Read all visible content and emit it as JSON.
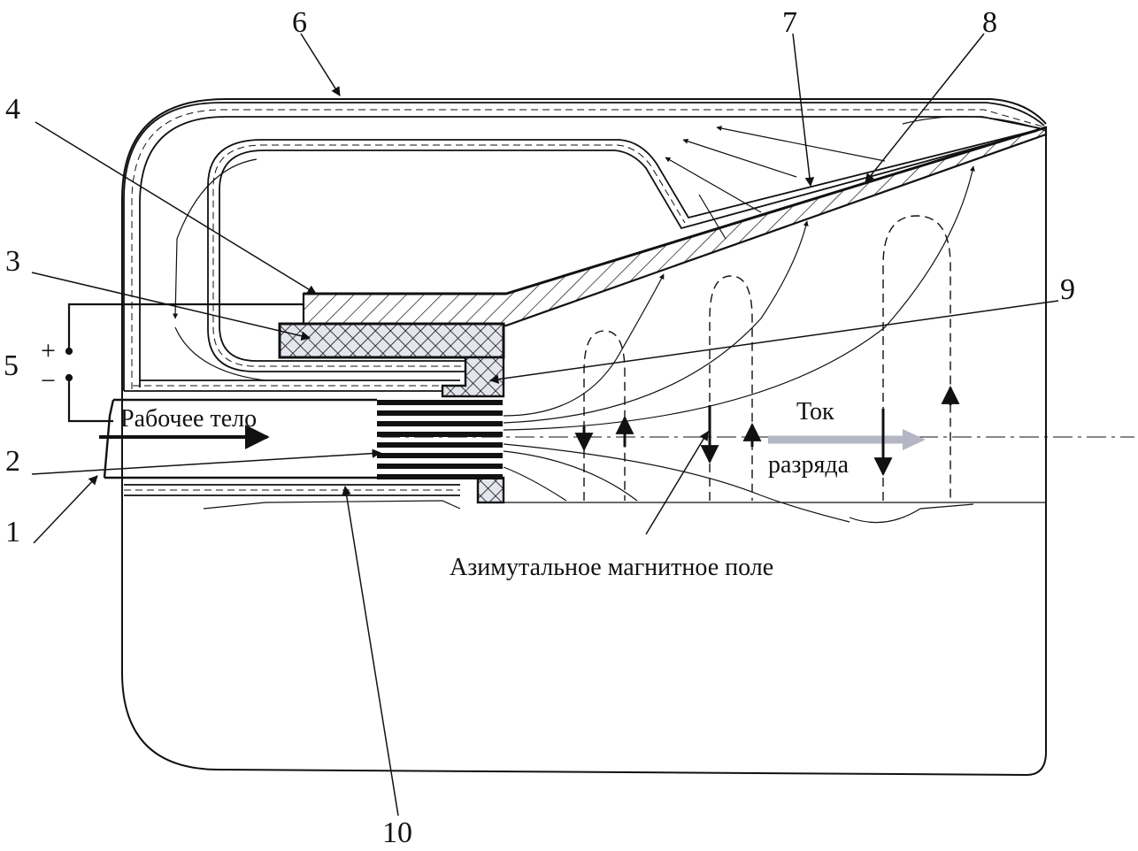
{
  "labels": {
    "n1": "1",
    "n2": "2",
    "n3": "3",
    "n4": "4",
    "n5": "5",
    "n6": "6",
    "n7": "7",
    "n8": "8",
    "n9": "9",
    "n10": "10",
    "plus": "+",
    "minus": "−"
  },
  "text": {
    "working_body": "Рабочее тело",
    "current_line1": "Ток",
    "current_line2": "разряда",
    "magnetic_field": "Азимутальное магнитное поле"
  },
  "colors": {
    "ink": "#111111",
    "current_arrow": "#b4b6c4",
    "insulator_fill": "#e4e6ee"
  }
}
